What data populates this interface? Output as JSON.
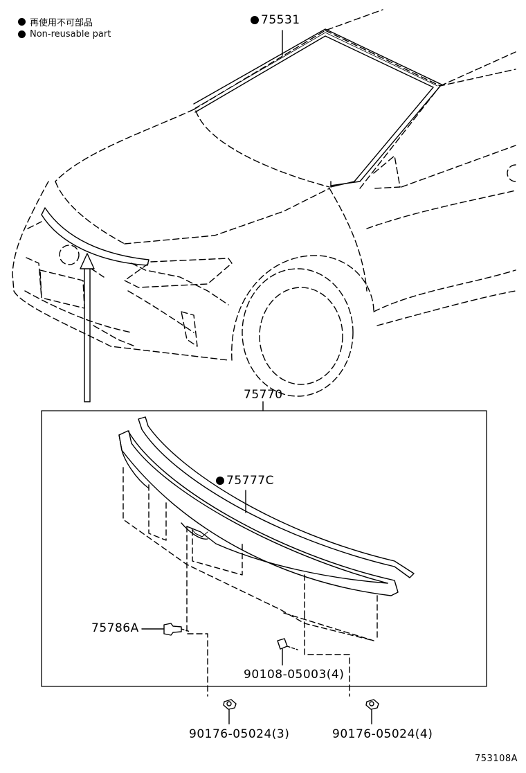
{
  "legend": {
    "line_jp": "再使用不可部品",
    "line_en": "Non-reusable part"
  },
  "parts": {
    "p75531": "75531",
    "p75770": "75770",
    "p75777C": "75777C",
    "p75786A": "75786A",
    "p90108": "90108-05003(4)",
    "p90176_a": "90176-05024(3)",
    "p90176_b": "90176-05024(4)"
  },
  "figure_id": "753108A"
}
